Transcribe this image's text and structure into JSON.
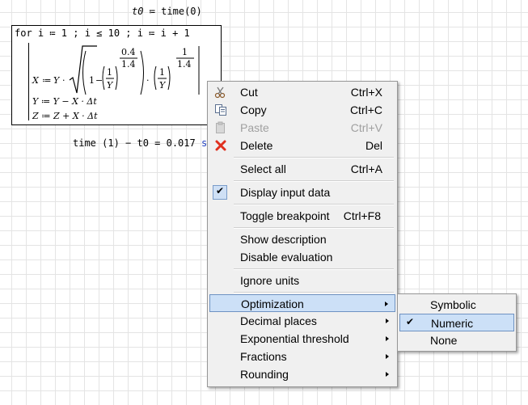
{
  "worksheet": {
    "t0_def": {
      "lhs": "t0",
      "op": "≔",
      "fn": "time",
      "arg": "0"
    },
    "program": {
      "for_line": "for i ≔ 1 ; i ≤ 10 ; i ≔ i + 1",
      "x_lhs": "X",
      "x_assign": "≔",
      "x_var": "Y",
      "one": "1",
      "one_b": "1",
      "frac_num": "1",
      "frac_den": "Y",
      "frac_num2": "1",
      "frac_den2": "Y",
      "exp1_num": "0.4",
      "exp1_den": "1.4",
      "exp2_num": "1",
      "exp2_den": "1.4",
      "y_line": "Y ≔ Y − X · Δt",
      "z_line": "Z ≔ Z + X · Δt"
    },
    "elapsed": {
      "expr": "time (1) − t0 = 0.017",
      "unit": "s"
    }
  },
  "context_menu": {
    "items": [
      {
        "label": "Cut",
        "shortcut": "Ctrl+X",
        "icon": "scissors-icon"
      },
      {
        "label": "Copy",
        "shortcut": "Ctrl+C",
        "icon": "copy-icon"
      },
      {
        "label": "Paste",
        "shortcut": "Ctrl+V",
        "icon": "paste-icon",
        "disabled": true
      },
      {
        "label": "Delete",
        "shortcut": "Del",
        "icon": "delete-x-icon"
      },
      {
        "label": "Select all",
        "shortcut": "Ctrl+A"
      },
      {
        "label": "Display input data",
        "checked": true
      },
      {
        "label": "Toggle breakpoint",
        "shortcut": "Ctrl+F8"
      },
      {
        "label": "Show description"
      },
      {
        "label": "Disable evaluation"
      },
      {
        "label": "Ignore units"
      },
      {
        "label": "Optimization",
        "submenu": true,
        "highlighted": true
      },
      {
        "label": "Decimal places",
        "submenu": true
      },
      {
        "label": "Exponential threshold",
        "submenu": true
      },
      {
        "label": "Fractions",
        "submenu": true
      },
      {
        "label": "Rounding",
        "submenu": true
      }
    ]
  },
  "optimization_submenu": {
    "items": [
      {
        "label": "Symbolic"
      },
      {
        "label": "Numeric",
        "checked": true,
        "highlighted": true
      },
      {
        "label": "None"
      }
    ]
  },
  "colors": {
    "highlight": "#cce0f7",
    "highlight_border": "#6e92c2",
    "unit": "#1f3fbf",
    "delete_icon": "#e0301e"
  }
}
